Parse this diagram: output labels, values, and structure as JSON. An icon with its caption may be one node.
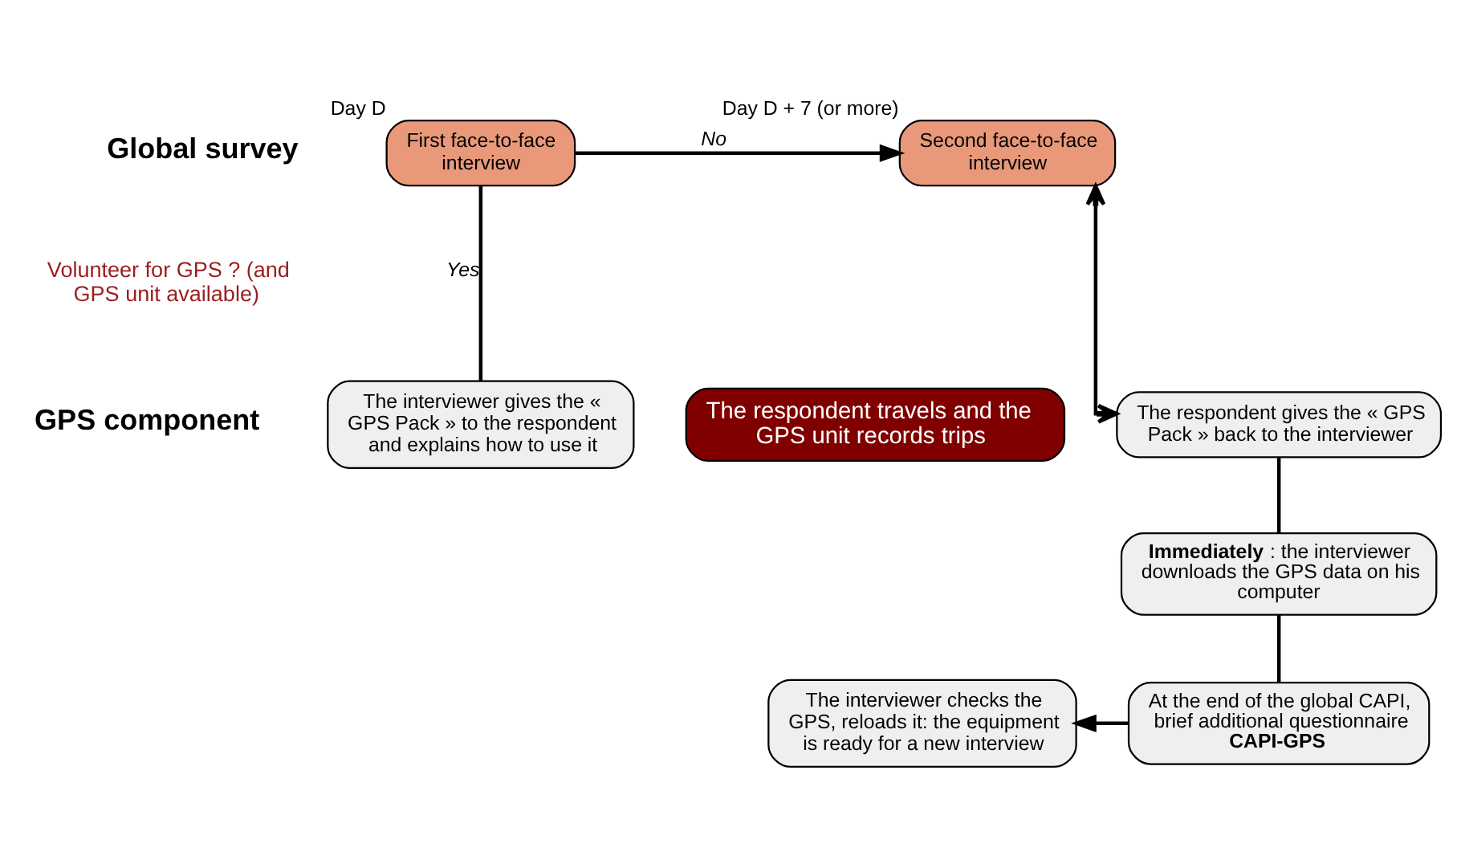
{
  "diagram": {
    "nodes": [
      {
        "text": [
          "First face-to-face interview"
        ],
        "beside": [
          "Day D"
        ]
      },
      {
        "text": [
          "Second face-to-face interview"
        ],
        "beside": [
          "Day D + 7 (or more)"
        ]
      },
      {
        "text": [
          "The interviewer gives the « GPS Pack » to the respondent and explains how to use it"
        ]
      },
      {
        "text": [
          "The respondent travels and the GPS unit records trips"
        ]
      },
      {
        "text": [
          "The respondent gives the « GPS Pack » back to the interviewer"
        ]
      },
      {
        "text": [
          "**Immediately** : the interviewer downloads the GPS data on his computer"
        ]
      },
      {
        "text": [
          "At the end of the global CAPI, brief additional questionnaire **CAPI-GPS**"
        ]
      },
      {
        "text": [
          "The interviewer checks the GPS, reloads it: the equipment is ready for a new interview"
        ]
      }
    ],
    "edges": [
      {
        "from": 0,
        "to": 1,
        "arrow": "to",
        "label": "No"
      },
      {
        "from": 0,
        "to": 2,
        "arrow": "none",
        "label": "Yes"
      },
      {
        "from": 4,
        "to": 1,
        "arrow": "both"
      },
      {
        "from": 4,
        "to": 5,
        "arrow": "none"
      },
      {
        "from": 5,
        "to": 6,
        "arrow": "none"
      },
      {
        "from": 6,
        "to": 7,
        "arrow": "to"
      }
    ],
    "labels": [
      "Global survey",
      "Volunteer for GPS ? (and GPS unit available)",
      "GPS component"
    ]
  }
}
